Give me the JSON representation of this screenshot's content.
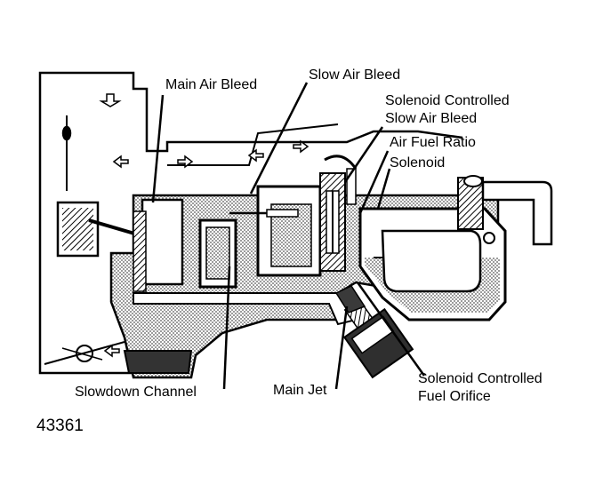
{
  "labels": {
    "main_air_bleed": "Main Air Bleed",
    "slow_air_bleed": "Slow Air Bleed",
    "solenoid_controlled_slow_air_bleed_line1": "Solenoid Controlled",
    "solenoid_controlled_slow_air_bleed_line2": "Slow Air Bleed",
    "air_fuel_ratio": "Air Fuel Ratio",
    "solenoid": "Solenoid",
    "slowdown_channel": "Slowdown Channel",
    "main_jet": "Main Jet",
    "solenoid_controlled_fuel_orifice_line1": "Solenoid Controlled",
    "solenoid_controlled_fuel_orifice_line2": "Fuel Orifice"
  },
  "figure_number": "43361",
  "colors": {
    "ink": "#000000",
    "paper": "#ffffff",
    "shade": "#c8c8c8",
    "dark": "#3a3a3a"
  }
}
